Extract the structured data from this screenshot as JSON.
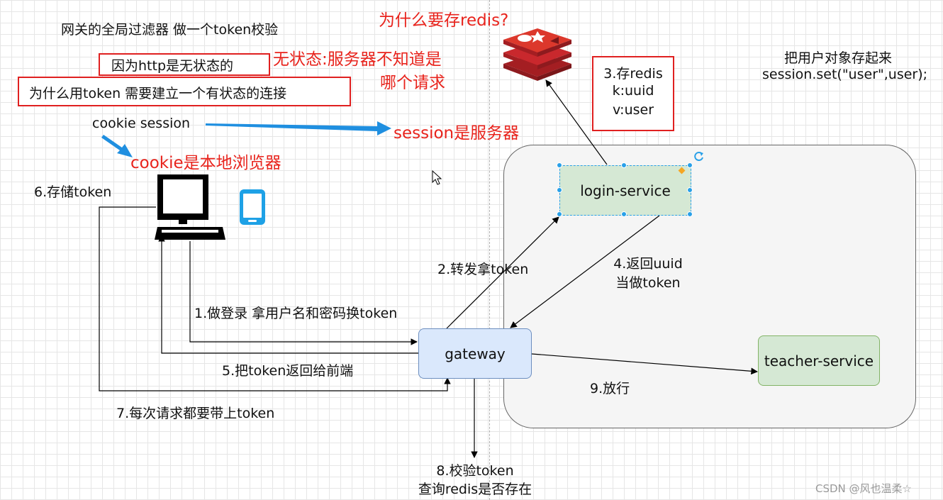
{
  "texts": {
    "gateway_filter": "网关的全局过滤器 做一个token校验",
    "http_stateless": "因为http是无状态的",
    "why_token": "为什么用token 需要建立一个有状态的连接",
    "cookie_session": "cookie  session",
    "why_redis": "为什么要存redis?",
    "stateless_red_1": "无状态:服务器不知道是",
    "stateless_red_2": "哪个请求",
    "session_server": "session是服务器",
    "cookie_local": "cookie是本地浏览器",
    "store_redis_1": "3.存redis",
    "store_redis_2": "k:uuid",
    "store_redis_3": "v:user",
    "save_user_1": "把用户对象存起来",
    "save_user_2": "session.set(\"user\",user);",
    "step6": "6.存储token",
    "step2": "2.转发拿token",
    "step4_1": "4.返回uuid",
    "step4_2": "当做token",
    "step1": "1.做登录  拿用户名和密码换token",
    "step5": "5.把token返回给前端",
    "step9": "9.放行",
    "step7": "7.每次请求都要带上token",
    "step8_1": "8.校验token",
    "step8_2": "查询redis是否存在",
    "watermark": "CSDN @风也温柔☆"
  },
  "nodes": {
    "login_service": "login-service",
    "gateway": "gateway",
    "teacher_service": "teacher-service"
  },
  "colors": {
    "red": "#e8231c",
    "blue_arrow": "#1f8fe0",
    "login_fill": "#d5e8d4",
    "gateway_fill": "#dae8fc",
    "teacher_fill": "#d5e8d4",
    "container_fill": "#f5f5f5",
    "redis_red": "#c9282d"
  },
  "icons": [
    "monitor-icon",
    "phone-icon",
    "redis-logo-icon",
    "rotate-icon",
    "cursor-icon"
  ]
}
